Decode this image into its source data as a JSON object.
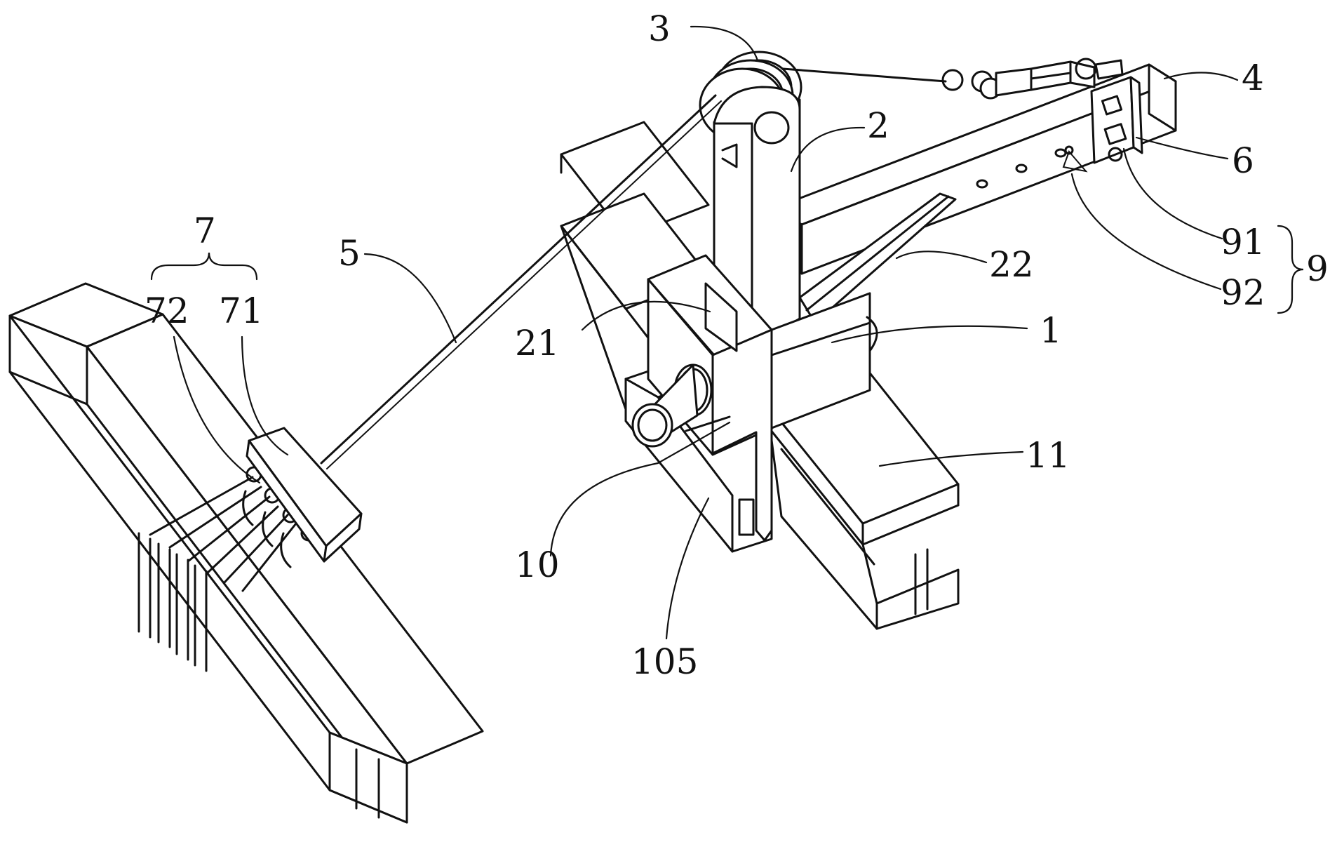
{
  "labels": [
    {
      "id": "3",
      "text": "3"
    },
    {
      "id": "4",
      "text": "4"
    },
    {
      "id": "2",
      "text": "2"
    },
    {
      "id": "6",
      "text": "6"
    },
    {
      "id": "7",
      "text": "7"
    },
    {
      "id": "5",
      "text": "5"
    },
    {
      "id": "91",
      "text": "91"
    },
    {
      "id": "9",
      "text": "9"
    },
    {
      "id": "22",
      "text": "22"
    },
    {
      "id": "92",
      "text": "92"
    },
    {
      "id": "72",
      "text": "72"
    },
    {
      "id": "71",
      "text": "71"
    },
    {
      "id": "21",
      "text": "21"
    },
    {
      "id": "1",
      "text": "1"
    },
    {
      "id": "11",
      "text": "11"
    },
    {
      "id": "10",
      "text": "10"
    },
    {
      "id": "105",
      "text": "105"
    }
  ]
}
